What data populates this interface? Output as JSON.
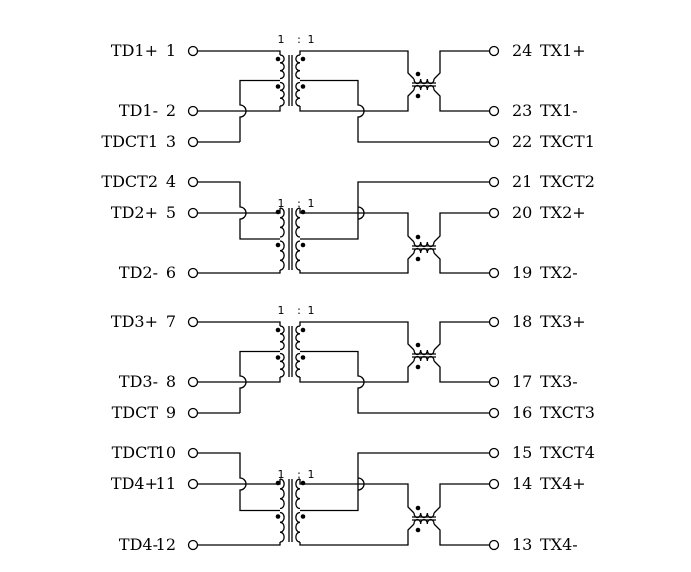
{
  "channels": [
    {
      "ratio_left": "1",
      "ratio_sep": ":",
      "ratio_right": "1",
      "left_pins": [
        {
          "name": "TD1+",
          "number": "1"
        },
        {
          "name": "TD1-",
          "number": "2"
        },
        {
          "name": "TDCT1",
          "number": "3"
        }
      ],
      "right_pins": [
        {
          "number": "24",
          "name": "TX1+"
        },
        {
          "number": "23",
          "name": "TX1-"
        },
        {
          "number": "22",
          "name": "TXCT1"
        }
      ]
    },
    {
      "ratio_left": "1",
      "ratio_sep": ":",
      "ratio_right": "1",
      "left_pins": [
        {
          "name": "TDCT2",
          "number": "4"
        },
        {
          "name": "TD2+",
          "number": "5"
        },
        {
          "name": "TD2-",
          "number": "6"
        }
      ],
      "right_pins": [
        {
          "number": "21",
          "name": "TXCT2"
        },
        {
          "number": "20",
          "name": "TX2+"
        },
        {
          "number": "19",
          "name": "TX2-"
        }
      ]
    },
    {
      "ratio_left": "1",
      "ratio_sep": ":",
      "ratio_right": "1",
      "left_pins": [
        {
          "name": "TD3+",
          "number": "7"
        },
        {
          "name": "TD3-",
          "number": "8"
        },
        {
          "name": "TDCT",
          "number": "9"
        }
      ],
      "right_pins": [
        {
          "number": "18",
          "name": "TX3+"
        },
        {
          "number": "17",
          "name": "TX3-"
        },
        {
          "number": "16",
          "name": "TXCT3"
        }
      ]
    },
    {
      "ratio_left": "1",
      "ratio_sep": ":",
      "ratio_right": "1",
      "left_pins": [
        {
          "name": "TDCT",
          "number": "10"
        },
        {
          "name": "TD4+",
          "number": "11"
        },
        {
          "name": "TD4-",
          "number": "12"
        }
      ],
      "right_pins": [
        {
          "number": "15",
          "name": "TXCT4"
        },
        {
          "number": "14",
          "name": "TX4+"
        },
        {
          "number": "13",
          "name": "TX4-"
        }
      ]
    }
  ]
}
